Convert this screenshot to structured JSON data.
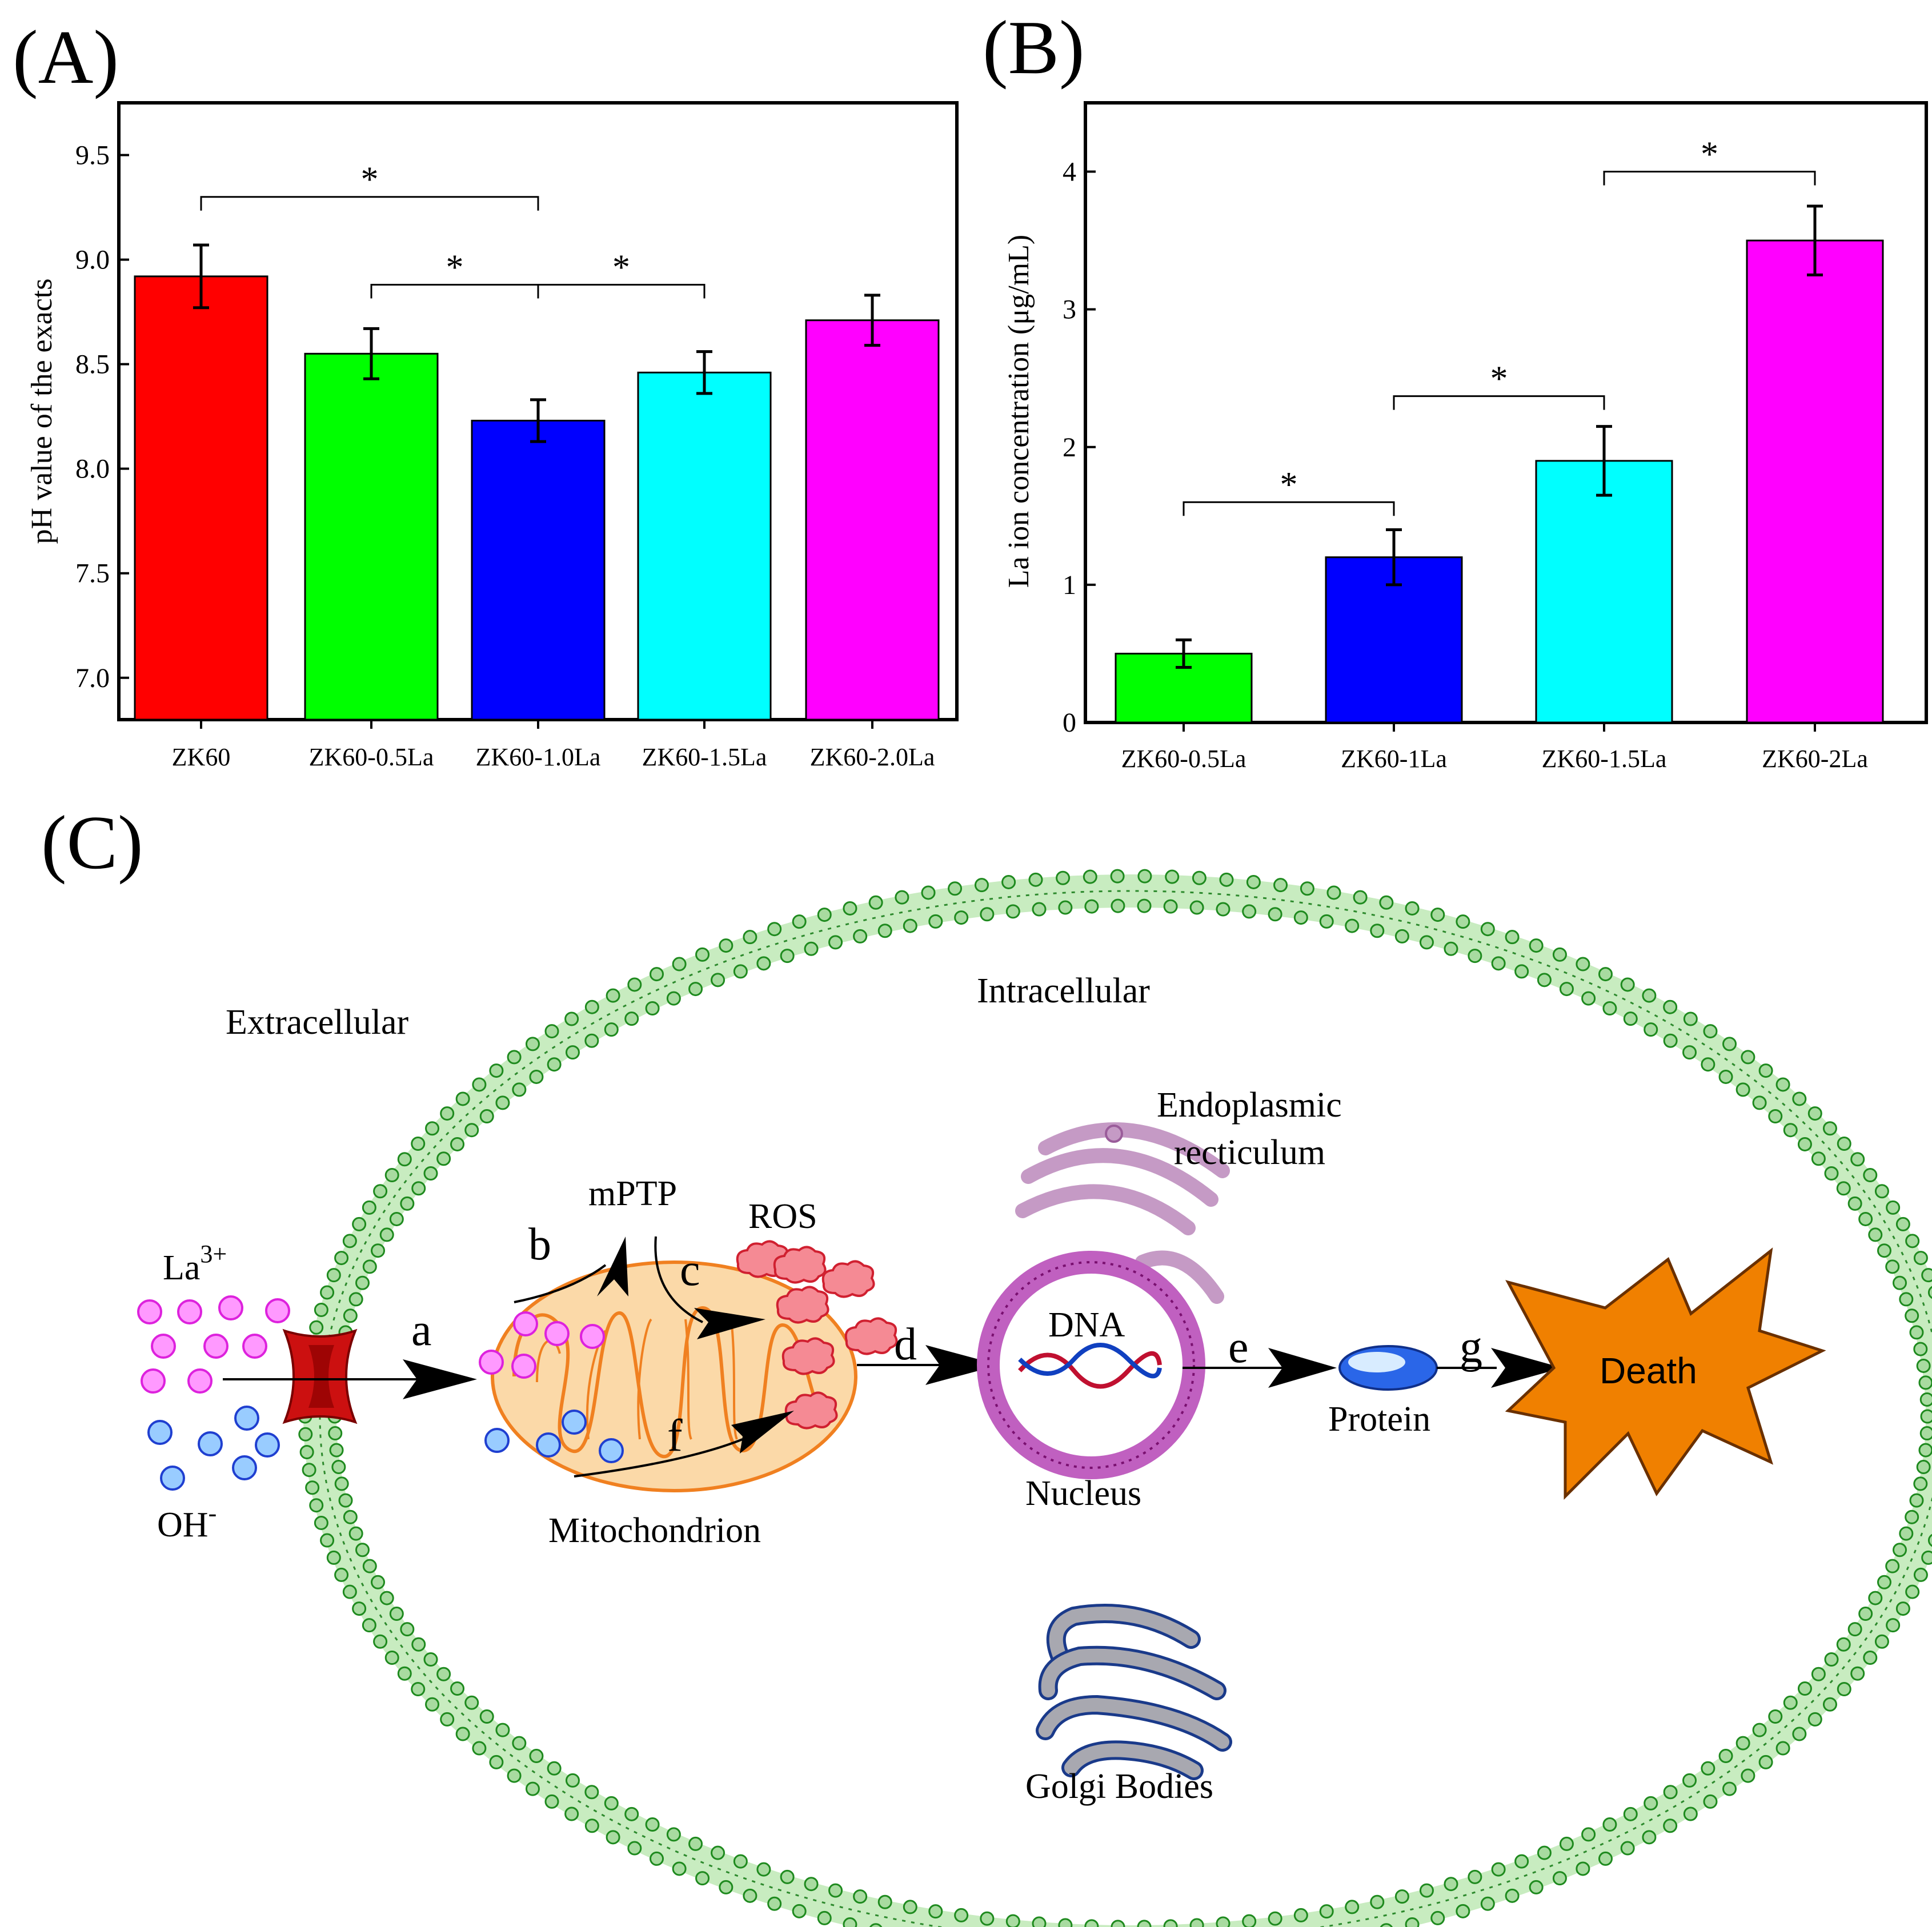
{
  "panels": {
    "a": "(A)",
    "b": "(B)",
    "c": "(C)"
  },
  "chart_data": [
    {
      "panel": "(A)",
      "type": "bar",
      "categories": [
        "ZK60",
        "ZK60-0.5La",
        "ZK60-1.0La",
        "ZK60-1.5La",
        "ZK60-2.0La"
      ],
      "values": [
        8.92,
        8.55,
        8.23,
        8.46,
        8.71
      ],
      "errors": [
        0.15,
        0.12,
        0.1,
        0.1,
        0.12
      ],
      "colors": [
        "#ff0000",
        "#00ff00",
        "#0000ff",
        "#00ffff",
        "#ff00ff"
      ],
      "ylabel": "pH value of the exacts",
      "xlabel": "",
      "ylim": [
        6.8,
        9.75
      ],
      "yticks": [
        7.0,
        7.5,
        8.0,
        8.5,
        9.0,
        9.5
      ],
      "ytick_labels": [
        "7.0",
        "7.5",
        "8.0",
        "8.5",
        "9.0",
        "9.5"
      ],
      "grid": false,
      "significance": [
        {
          "from": 0,
          "to": 2,
          "label": "*",
          "y": 9.3
        },
        {
          "from": 1,
          "to": 2,
          "label": "*",
          "y": 8.88
        },
        {
          "from": 2,
          "to": 3,
          "label": "*",
          "y": 8.88
        }
      ]
    },
    {
      "panel": "(B)",
      "type": "bar",
      "categories": [
        "ZK60-0.5La",
        "ZK60-1La",
        "ZK60-1.5La",
        "ZK60-2La"
      ],
      "values": [
        0.5,
        1.2,
        1.9,
        3.5
      ],
      "errors": [
        0.1,
        0.2,
        0.25,
        0.25
      ],
      "colors": [
        "#00ff00",
        "#0000ff",
        "#00ffff",
        "#ff00ff"
      ],
      "ylabel": "La ion concentration (μg/mL)",
      "xlabel": "",
      "ylim": [
        0,
        4.5
      ],
      "yticks": [
        0,
        1,
        2,
        3,
        4
      ],
      "ytick_labels": [
        "0",
        "1",
        "2",
        "3",
        "4"
      ],
      "grid": false,
      "significance": [
        {
          "from": 0,
          "to": 1,
          "label": "*",
          "y": 1.6
        },
        {
          "from": 1,
          "to": 2,
          "label": "*",
          "y": 2.37
        },
        {
          "from": 2,
          "to": 3,
          "label": "*",
          "y": 4.0
        }
      ]
    }
  ],
  "diagram": {
    "extracellular": "Extracellular",
    "intracellular": "Intracellular",
    "la_ion": "La",
    "la_charge": "3+",
    "oh_ion": "OH",
    "oh_charge": "-",
    "mptp": "mPTP",
    "ros": "ROS",
    "endoplasmic_1": "Endoplasmic",
    "endoplasmic_2": "recticulum",
    "dna": "DNA",
    "nucleus": "Nucleus",
    "mitochondrion": "Mitochondrion",
    "protein": "Protein",
    "death": "Death",
    "golgi": "Golgi Bodies",
    "step_a": "a",
    "step_b": "b",
    "step_c": "c",
    "step_d": "d",
    "step_e": "e",
    "step_f": "f",
    "step_g": "g",
    "colors": {
      "membrane": "#1e8a1e",
      "membrane_fill": "#a8dba0",
      "la_ion": "#ff99ff",
      "oh_ion": "#99ccff",
      "channel": "#cc1010",
      "mitochondrion": "#fbd9a8",
      "ros": "#f06470",
      "nucleus": "#a0208c",
      "er": "#b98cb8",
      "golgi": "#a8a8b0",
      "death": "#f08000",
      "protein": "#2060e0"
    }
  }
}
